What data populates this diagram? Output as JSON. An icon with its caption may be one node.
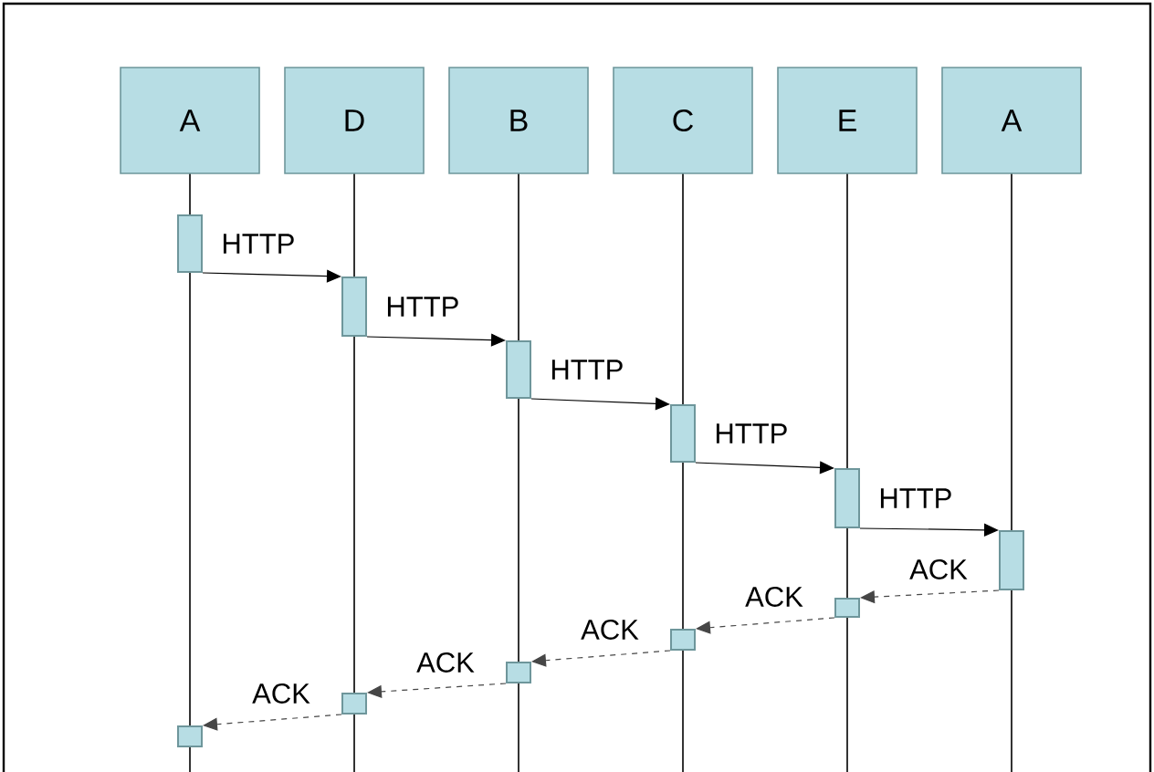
{
  "diagram": {
    "nodes": [
      {
        "text": [
          "A"
        ]
      },
      {
        "text": [
          "D"
        ]
      },
      {
        "text": [
          "B"
        ]
      },
      {
        "text": [
          "C"
        ]
      },
      {
        "text": [
          "E"
        ]
      },
      {
        "text": [
          "A"
        ]
      },
      {
        "text": [],
        "shape": "bar"
      },
      {
        "text": [],
        "shape": "bar"
      },
      {
        "text": [],
        "shape": "bar"
      },
      {
        "text": [],
        "shape": "bar"
      },
      {
        "text": [],
        "shape": "bar"
      },
      {
        "text": [],
        "shape": "bar"
      },
      {
        "text": [],
        "shape": "bar"
      },
      {
        "text": [],
        "shape": "bar"
      },
      {
        "text": [],
        "shape": "bar"
      },
      {
        "text": [],
        "shape": "bar"
      },
      {
        "text": [],
        "shape": "bar"
      }
    ],
    "edges": [
      {
        "from": 6,
        "to": 7,
        "arrow": "to",
        "label": "HTTP"
      },
      {
        "from": 7,
        "to": 8,
        "arrow": "to",
        "label": "HTTP"
      },
      {
        "from": 8,
        "to": 9,
        "arrow": "to",
        "label": "HTTP"
      },
      {
        "from": 9,
        "to": 10,
        "arrow": "to",
        "label": "HTTP"
      },
      {
        "from": 10,
        "to": 11,
        "arrow": "to",
        "label": "HTTP"
      },
      {
        "from": 11,
        "to": 12,
        "arrow": "to",
        "label": "ACK",
        "style": "dashed"
      },
      {
        "from": 12,
        "to": 13,
        "arrow": "to",
        "label": "ACK",
        "style": "dashed"
      },
      {
        "from": 13,
        "to": 14,
        "arrow": "to",
        "label": "ACK",
        "style": "dashed"
      },
      {
        "from": 14,
        "to": 15,
        "arrow": "to",
        "label": "ACK",
        "style": "dashed"
      },
      {
        "from": 15,
        "to": 16,
        "arrow": "to",
        "label": "ACK",
        "style": "dashed"
      }
    ]
  }
}
